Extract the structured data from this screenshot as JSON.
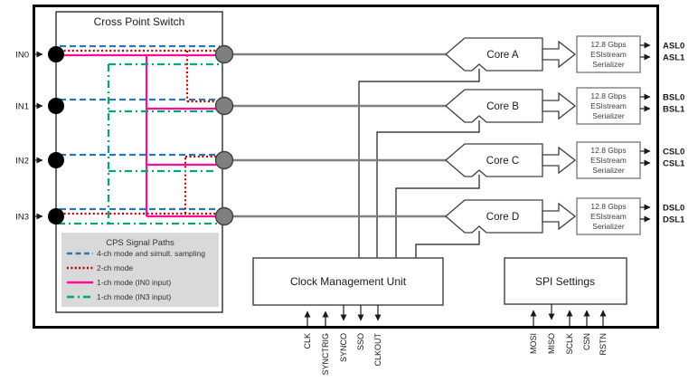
{
  "diagram": {
    "cps": {
      "title": "Cross Point Switch",
      "inputs": [
        "IN0",
        "IN1",
        "IN2",
        "IN3"
      ],
      "legend": {
        "title": "CPS Signal Paths",
        "entries": [
          {
            "label": "4-ch mode and simult. sampling"
          },
          {
            "label": "2-ch mode"
          },
          {
            "label": "1-ch mode (IN0 input)"
          },
          {
            "label": "1-ch mode (IN3 input)"
          }
        ]
      }
    },
    "cores": [
      {
        "label": "Core A",
        "outputs": [
          "ASL0",
          "ASL1"
        ]
      },
      {
        "label": "Core B",
        "outputs": [
          "BSL0",
          "BSL1"
        ]
      },
      {
        "label": "Core C",
        "outputs": [
          "CSL0",
          "CSL1"
        ]
      },
      {
        "label": "Core D",
        "outputs": [
          "DSL0",
          "DSL1"
        ]
      }
    ],
    "serializer": {
      "line1": "12.8 Gbps",
      "line2": "ESIstream",
      "line3": "Serializer"
    },
    "cmu": {
      "label": "Clock Management Unit",
      "pins": [
        "CLK",
        "SYNCTRIG",
        "SYNCO",
        "SSO",
        "CLKOUT"
      ]
    },
    "spi": {
      "label": "SPI Settings",
      "pins": [
        "MOSI",
        "MISO",
        "SCLK",
        "CSN",
        "RSTN"
      ]
    },
    "colors": {
      "path_4ch": "#2E75B6",
      "path_2ch": "#C00000",
      "path_1ch_in0": "#FF0E8F",
      "path_1ch_in3": "#00A878",
      "signal_gray": "#808080",
      "node_gray": "#7F7F7F",
      "legend_bg": "#D9D9D9"
    }
  }
}
